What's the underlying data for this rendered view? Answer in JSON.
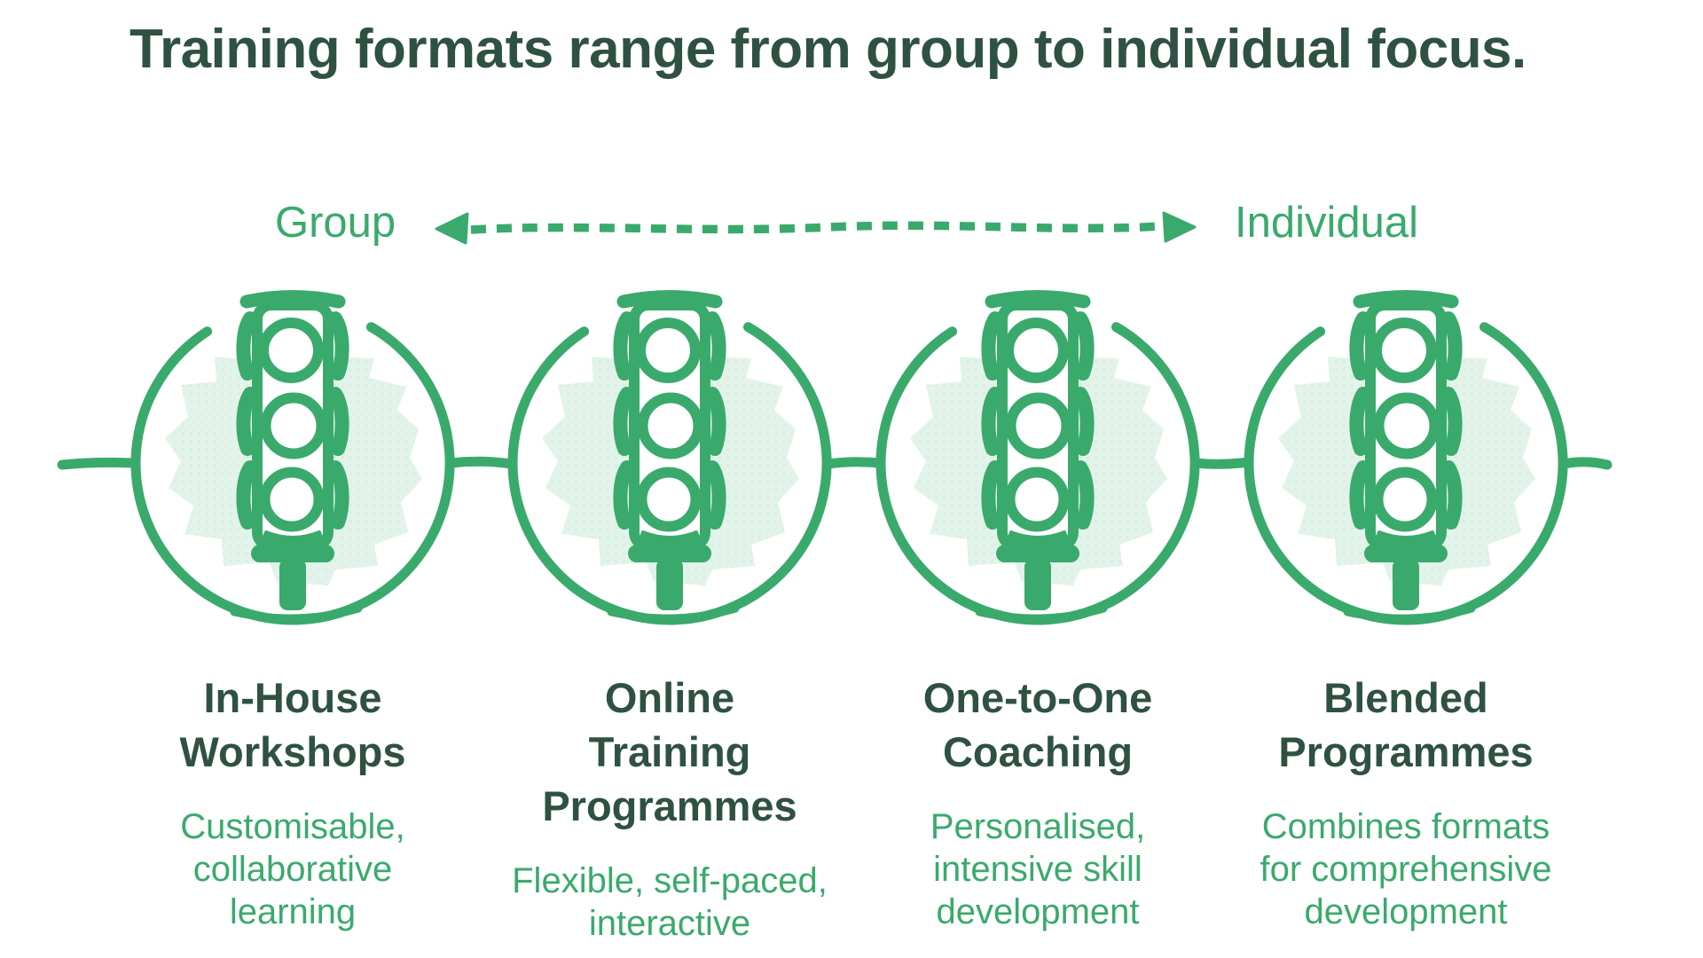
{
  "title": "Training formats range from group to individual focus.",
  "spectrum": {
    "left_label": "Group",
    "right_label": "Individual"
  },
  "colors": {
    "accent_green": "#3AAA6C",
    "dark_green": "#2F5142",
    "light_green_fill": "#E2F3E9",
    "light_green_dot": "#CFE9DB",
    "background": "#FFFFFF"
  },
  "formats": [
    {
      "icon": "traffic-light-icon",
      "name": "In-House\nWorkshops",
      "description": "Customisable,\ncollaborative\nlearning"
    },
    {
      "icon": "traffic-light-icon",
      "name": "Online\nTraining\nProgrammes",
      "description": "Flexible, self-paced,\ninteractive"
    },
    {
      "icon": "traffic-light-icon",
      "name": "One-to-One\nCoaching",
      "description": "Personalised,\nintensive skill\ndevelopment"
    },
    {
      "icon": "traffic-light-icon",
      "name": "Blended\nProgrammes",
      "description": "Combines formats\nfor comprehensive\ndevelopment"
    }
  ]
}
